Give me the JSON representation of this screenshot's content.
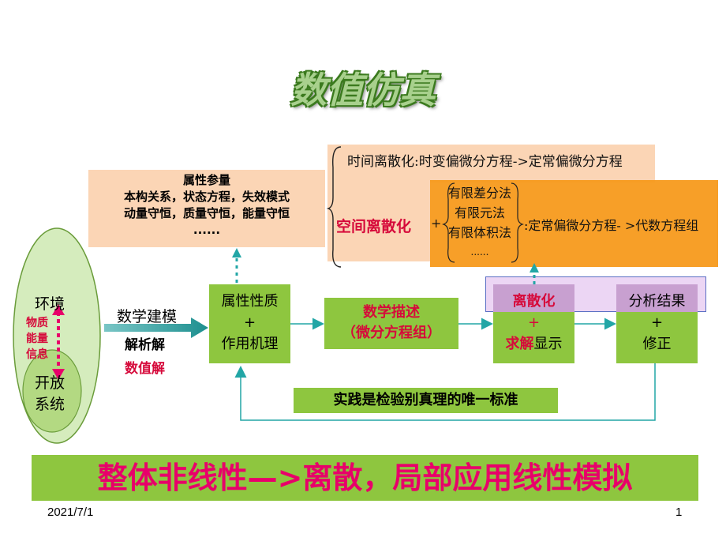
{
  "title": "数值仿真",
  "attribute_params": {
    "title": "属性参量",
    "line1": "本构关系，状态方程，失效模式",
    "line2": "动量守恒，质量守恒，能量守恒",
    "line3": "......"
  },
  "discretization": {
    "time_label": "时间离散化:",
    "time_text": "时变偏微分方程->定常偏微分方程",
    "space_label": "空间离散化",
    "plus": "+",
    "methods": [
      "有限差分法",
      "有限元法",
      "有限体积法",
      "......"
    ],
    "space_result": ":定常偏微分方程- >代数方程组"
  },
  "environment": {
    "env_label": "环境",
    "flows": [
      "物质",
      "能量",
      "信息"
    ],
    "system_label_1": "开放",
    "system_label_2": "系统"
  },
  "modeling": {
    "label": "数学建模",
    "analytic": "解析解",
    "numeric": "数值解"
  },
  "boxes": {
    "property_1": "属性性质",
    "property_plus": "+",
    "property_2": "作用机理",
    "math_1": "数学描述",
    "math_2": "（微分方程组）",
    "disc_1": "离散化",
    "disc_plus": "+",
    "disc_2a": "求解",
    "disc_2b": "显示",
    "analysis_1": "分析结果",
    "analysis_plus": "+",
    "analysis_2": "修正"
  },
  "practice_label": "实践是检验别真理的唯一标准",
  "banner": "整体非线性—>离散，局部应用线性模拟",
  "footer": {
    "date": "2021/7/1",
    "page": "1"
  }
}
